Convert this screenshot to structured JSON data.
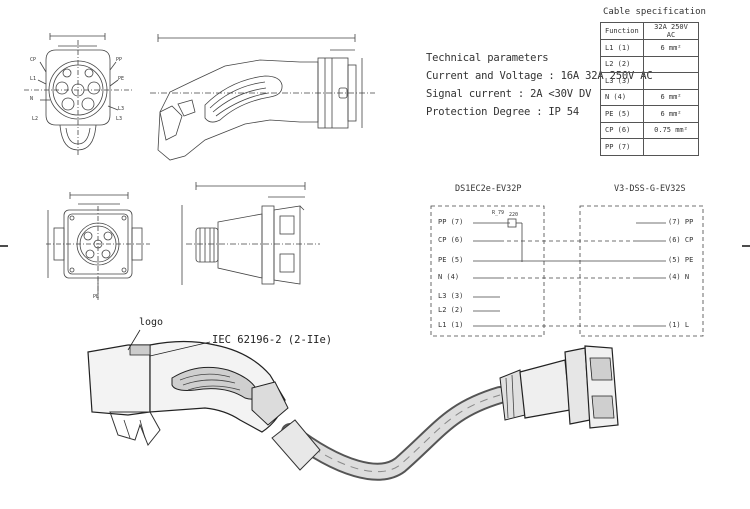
{
  "technical": {
    "heading": "Technical parameters",
    "current_voltage": "Current and Voltage : 16A 32A 250V AC",
    "signal_current": "Signal current : 2A <30V DV",
    "protection": "Protection Degree : IP 54"
  },
  "cable_spec": {
    "title": "Cable specification",
    "header": [
      "Function",
      "32A  250V AC"
    ],
    "rows": [
      {
        "fn": "L1 (1)",
        "val": "6  mm²"
      },
      {
        "fn": "L2 (2)",
        "val": ""
      },
      {
        "fn": "L3 (3)",
        "val": ""
      },
      {
        "fn": "N  (4)",
        "val": "6  mm²"
      },
      {
        "fn": "PE (5)",
        "val": "6  mm²"
      },
      {
        "fn": "CP (6)",
        "val": "0.75 mm²"
      },
      {
        "fn": "PP (7)",
        "val": ""
      }
    ]
  },
  "wiring": {
    "left_title": "DS1EC2e-EV32P",
    "right_title": "V3-DSS-G-EV32S",
    "left_pins": [
      "PP (7)",
      "CP (6)",
      "PE (5)",
      "N  (4)",
      "L3 (3)",
      "L2 (2)",
      "L1 (1)"
    ],
    "right_pins": [
      "(7) PP",
      "(6) CP",
      "(5) PE",
      "(4) N",
      "(1) L"
    ],
    "resistor": "220",
    "resistor_label": "R_79"
  },
  "photo_labels": {
    "logo": "logo",
    "standard": "IEC 62196-2 (2-IIe)"
  },
  "drawing_labels": {
    "plug_front_pins_left": [
      "CP",
      "L1",
      "N",
      "L2"
    ],
    "plug_front_pins_right": [
      "PP",
      "PE",
      "L3",
      "L3"
    ],
    "socket_bottom": "PE"
  }
}
